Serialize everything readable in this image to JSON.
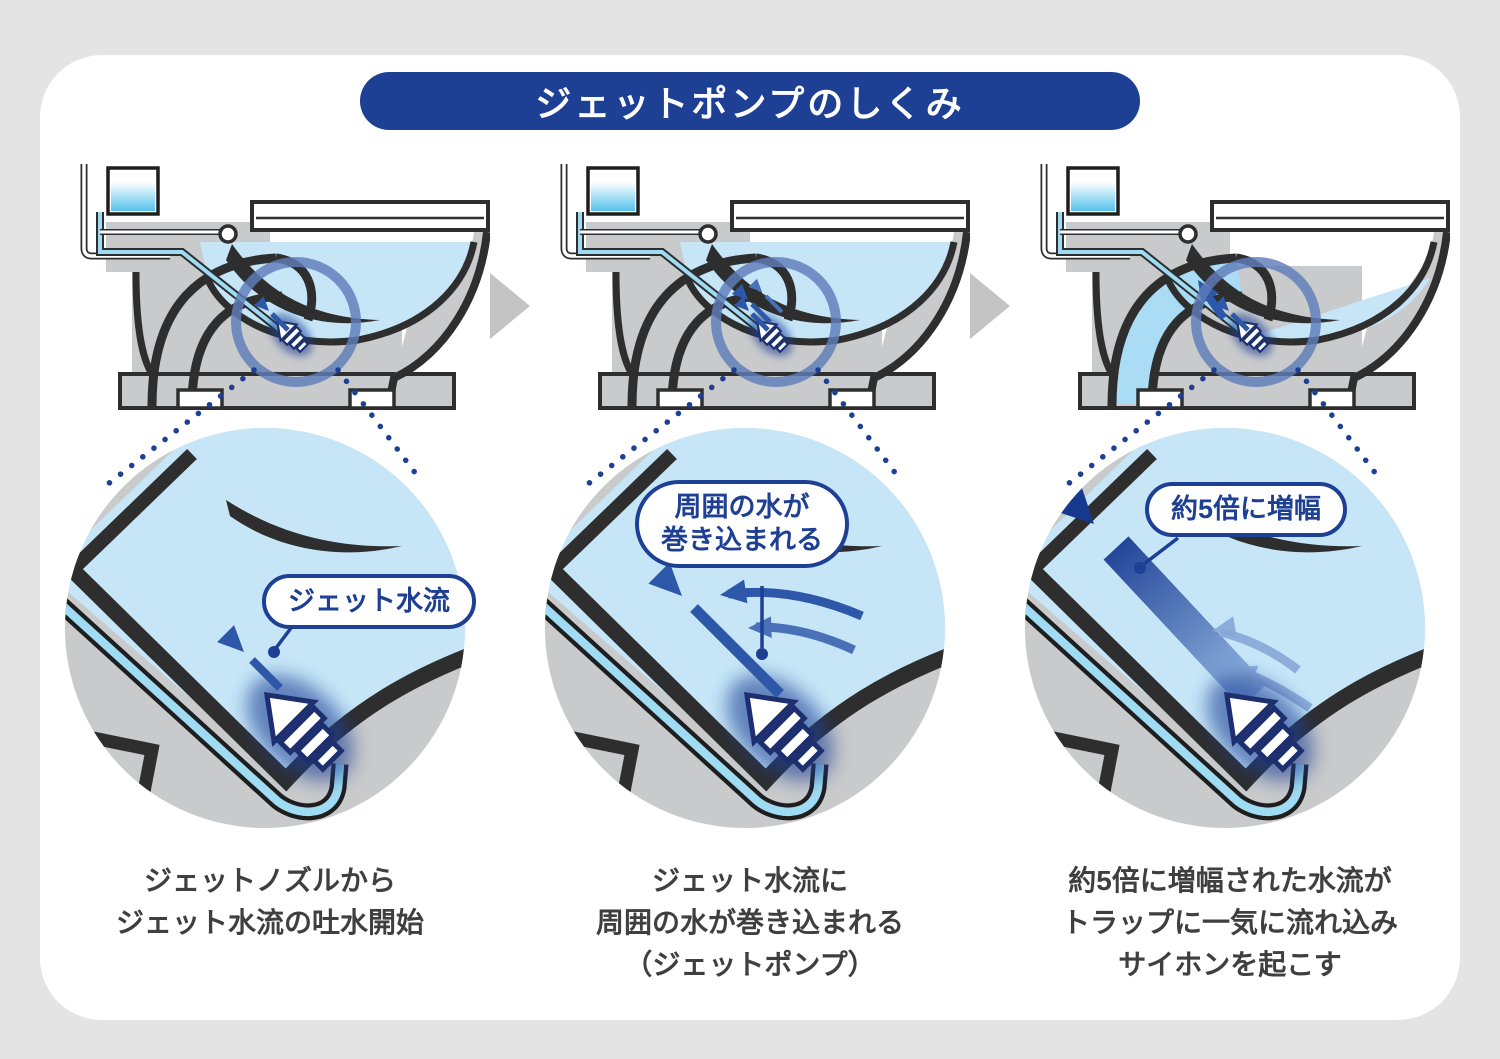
{
  "title": "ジェットポンプのしくみ",
  "panels": [
    {
      "step": 1,
      "callout_lines": [
        "ジェット水流"
      ],
      "caption_lines": [
        "ジェットノズルから",
        "ジェット水流の吐水開始"
      ]
    },
    {
      "step": 2,
      "callout_lines": [
        "周囲の水が",
        "巻き込まれる"
      ],
      "caption_lines": [
        "ジェット水流に",
        "周囲の水が巻き込まれる",
        "（ジェットポンプ）"
      ]
    },
    {
      "step": 3,
      "callout_lines": [
        "約5倍に増幅"
      ],
      "caption_lines": [
        "約5倍に増幅された水流が",
        "トラップに一気に流れ込み",
        "サイホンを起こす"
      ]
    }
  ],
  "colors": {
    "title_bar_navy": "#1d3f94",
    "callout_navy": "#1d3f94",
    "water_light_blue": "#c6e6f8",
    "pipe_blue": "#9fdcf4",
    "tank_water_blue": "#54c2ec",
    "flow_arrow_blue": "#2d57a8",
    "ghost_arrow_blue": "#86a6d6",
    "highlight_ring_blue": "#5f7cba",
    "porcelain_gray": "#c9cacb",
    "outline_dark": "#2e2e2e",
    "background_gray": "#e4e4e4",
    "card_white": "#ffffff",
    "step_arrow_gray": "#c4c4c4",
    "caption_text": "#3f3f3f"
  }
}
